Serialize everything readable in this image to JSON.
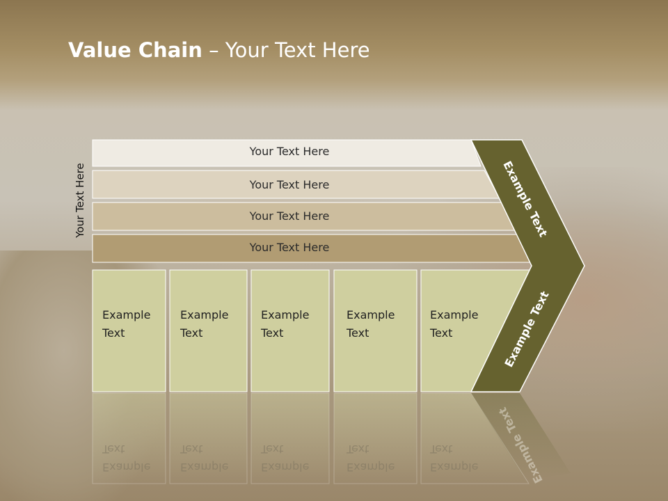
{
  "title": {
    "bold": "Value Chain",
    "rest": " – Your Text Here"
  },
  "side_label": "Your Text Here",
  "bands": [
    {
      "label": "Your Text Here",
      "color": "#efebe3"
    },
    {
      "label": "Your Text Here",
      "color": "#ddd3bf"
    },
    {
      "label": "Your Text Here",
      "color": "#ccbd9e"
    },
    {
      "label": "Your Text Here",
      "color": "#b19c73"
    }
  ],
  "boxes": [
    {
      "line1": "Example",
      "line2": "Text"
    },
    {
      "line1": "Example",
      "line2": "Text"
    },
    {
      "line1": "Example",
      "line2": "Text"
    },
    {
      "line1": "Example",
      "line2": "Text"
    },
    {
      "line1": "Example",
      "line2": "Text"
    }
  ],
  "arrow": {
    "top_label": "Example Text",
    "bottom_label": "Example Text",
    "color": "#66622f"
  },
  "box_color": "#cfcf9f"
}
